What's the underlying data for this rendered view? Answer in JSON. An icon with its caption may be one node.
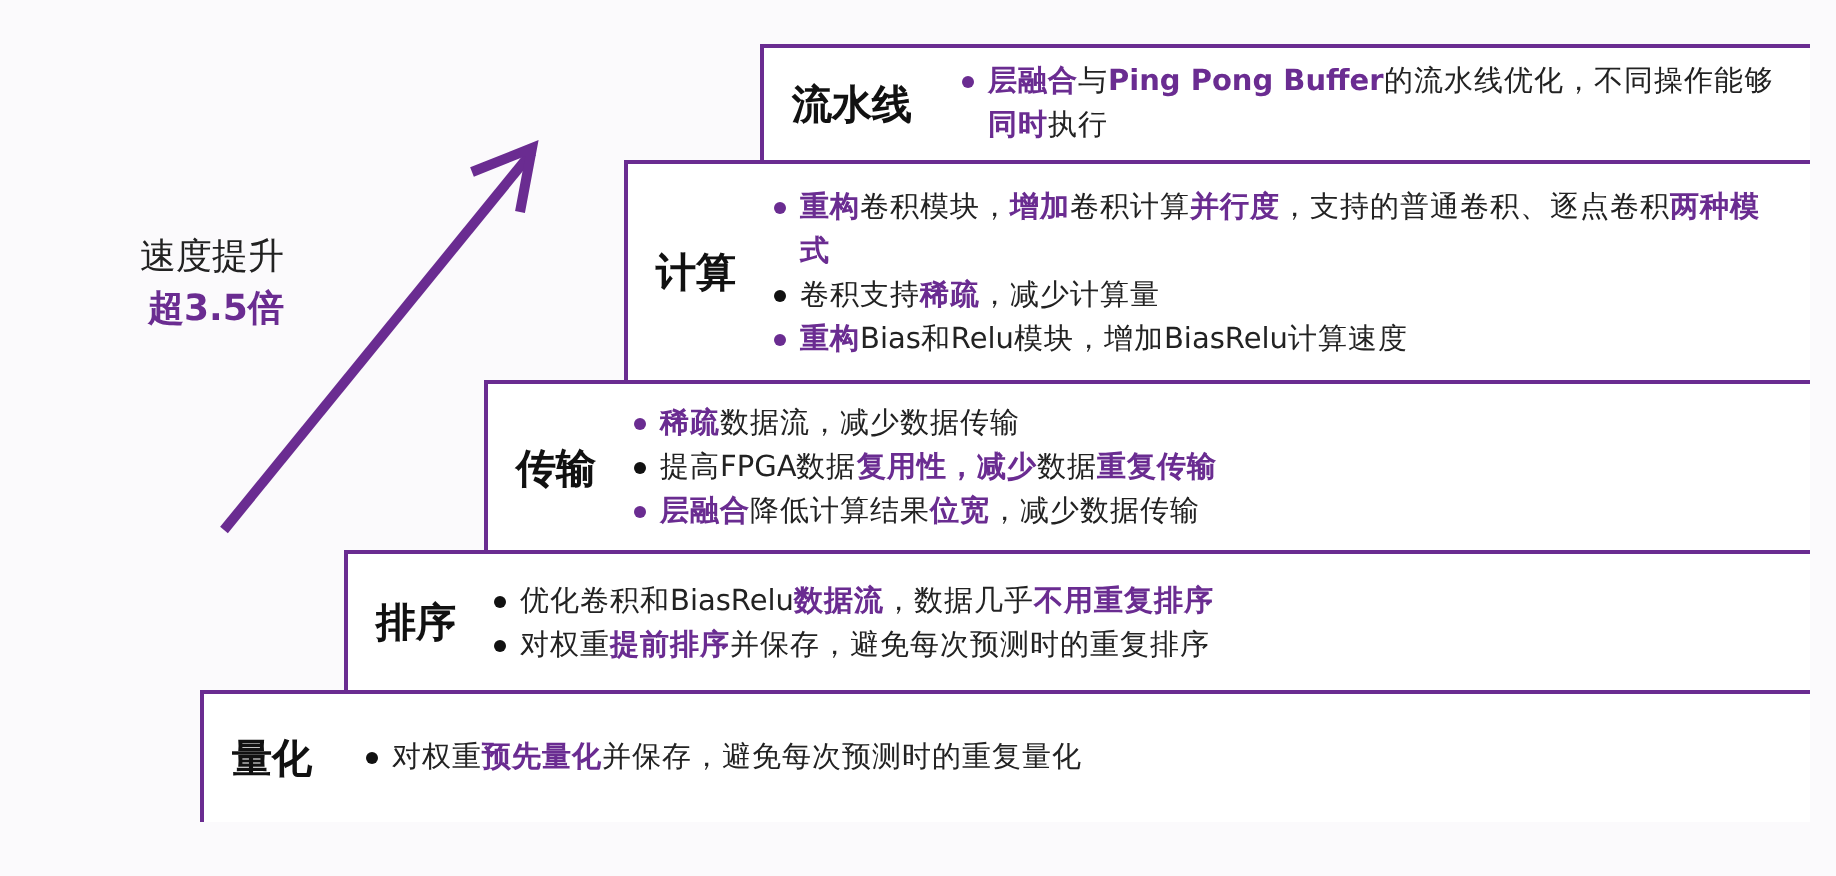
{
  "diagram": {
    "nodes": [
      {
        "text": [
          "流水线",
          "**层融合**与**Ping Pong Buffer**的流水线优化，不同操作能够**同时**执行"
        ]
      },
      {
        "text": [
          "计算",
          "**重构**卷积模块，**增加**卷积计算**并行度**，支持的普通卷积、逐点卷积**两种模式**",
          "卷积支持**稀疏**，减少计算量",
          "**重构**Bias和Relu模块，增加BiasRelu计算速度"
        ]
      },
      {
        "text": [
          "传输",
          "**稀疏**数据流，减少数据传输",
          "提高FPGA数据**复用性，减少**数据**重复传输**",
          "**层融合**降低计算结果**位宽**，减少数据传输"
        ]
      },
      {
        "text": [
          "排序",
          "优化卷积和BiasRelu**数据流**，数据几乎**不用重复排序**",
          "对权重**提前排序**并保存，避免每次预测时的重复排序"
        ]
      },
      {
        "text": [
          "量化",
          "对权重**预先量化**并保存，避免每次预测时的重复量化"
        ]
      }
    ],
    "labels": [
      "速度提升",
      "超3.5倍"
    ]
  }
}
